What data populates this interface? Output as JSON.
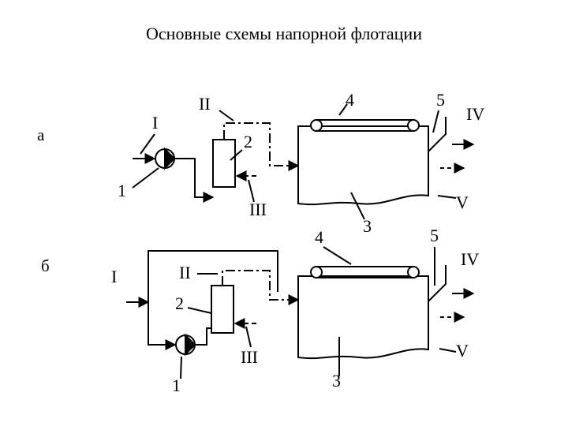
{
  "title": "Основные схемы напорной флотации",
  "labels": {
    "a": "а",
    "b": "б",
    "one": "1",
    "two": "2",
    "three": "3",
    "four": "4",
    "five": "5",
    "r1": "I",
    "r2": "II",
    "r3": "III",
    "r4": "IV",
    "r5": "V",
    "dash": "-"
  }
}
